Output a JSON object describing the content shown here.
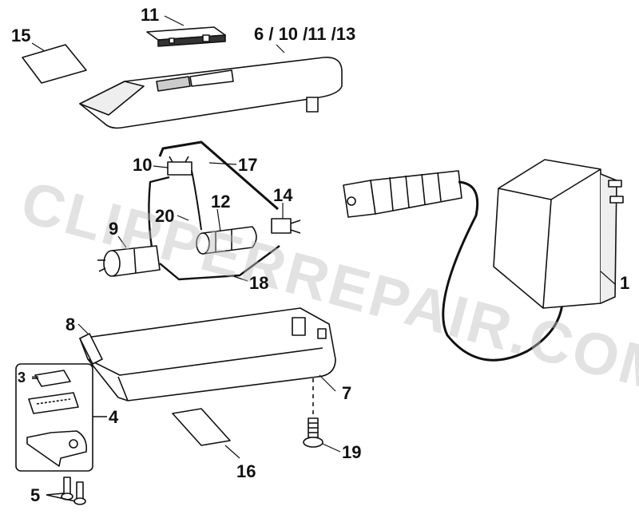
{
  "watermark": "CLIPPERREPAIR.COM",
  "callouts": {
    "c1": "1",
    "c3": "3",
    "c4": "4",
    "c5": "5",
    "c6": "6 / 10 /11 /13",
    "c7": "7",
    "c8": "8",
    "c9": "9",
    "c10": "10",
    "c11": "11",
    "c12": "12",
    "c14": "14",
    "c15": "15",
    "c16": "16",
    "c17": "17",
    "c18": "18",
    "c19": "19",
    "c20": "20"
  },
  "colors": {
    "line": "#111111",
    "fill": "#ffffff",
    "shade": "#d8d8d8",
    "watermark": "#bebebe"
  }
}
